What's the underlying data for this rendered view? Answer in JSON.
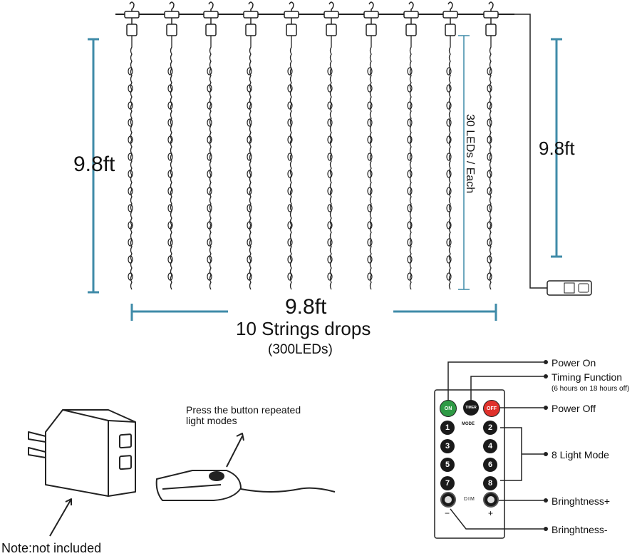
{
  "dimensions": {
    "left_height": "9.8ft",
    "right_height": "9.8ft",
    "width": "9.8ft",
    "strings": "10 Strings drops",
    "leds_total": "(300LEDs)",
    "leds_each": "30 LEDs / Each"
  },
  "adapter": {
    "note": "Note:not included"
  },
  "usb_switch": {
    "instruction_line1": "Press the button repeated",
    "instruction_line2": "light modes"
  },
  "remote": {
    "buttons": {
      "on": "ON",
      "timer": "TIMER",
      "off": "OFF",
      "mode": "MODE",
      "dim": "DIM",
      "minus": "−",
      "plus": "+",
      "numbers": [
        "1",
        "2",
        "3",
        "4",
        "5",
        "6",
        "7",
        "8"
      ]
    },
    "callouts": {
      "power_on": "Power On",
      "timing_function": "Timing Function",
      "timing_detail": "(6 hours on 18 hours off)",
      "power_off": "Power Off",
      "light_mode": "8 Light Mode",
      "brightness_plus": "Bringhtness+",
      "brightness_minus": "Bringhtness-"
    }
  },
  "colors": {
    "dimension_line": "#3f8ba8",
    "on_button": "#2e9a45",
    "off_button": "#e0312b",
    "dark_button": "#1a1a1a"
  }
}
